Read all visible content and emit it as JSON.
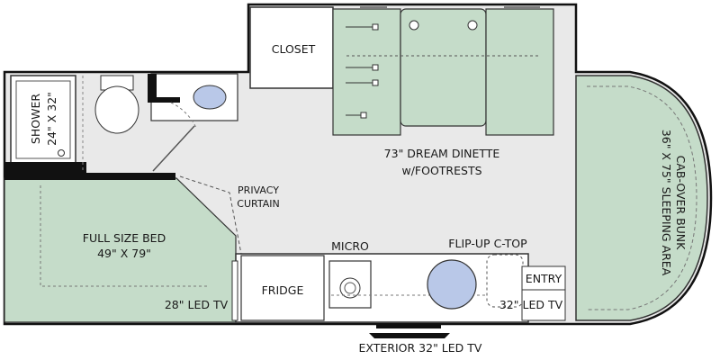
{
  "colors": {
    "wall": "#111111",
    "floor": "#e9e9e9",
    "furniture": "#c5dcc9",
    "fixture": "#ffffff",
    "basin": "#b9c8e8",
    "text": "#1a1a1a"
  },
  "labels": {
    "closet": "CLOSET",
    "shower_line1": "SHOWER",
    "shower_line2": "24\" X 32\"",
    "dinette_line1": "73\" DREAM DINETTE",
    "dinette_line2": "w/FOOTRESTS",
    "bunk_line1": "CAB-OVER BUNK",
    "bunk_line2": "36\" X 75\" SLEEPING AREA",
    "privacy_line1": "PRIVACY",
    "privacy_line2": "CURTAIN",
    "bed_line1": "FULL SIZE BED",
    "bed_line2": "49\" X 79\"",
    "bedroom_tv": "28\" LED TV",
    "fridge": "FRIDGE",
    "micro": "MICRO",
    "ctop": "FLIP-UP C-TOP",
    "entry": "ENTRY",
    "entry_tv": "32\" LED TV",
    "exterior_tv": "EXTERIOR 32\" LED TV"
  }
}
